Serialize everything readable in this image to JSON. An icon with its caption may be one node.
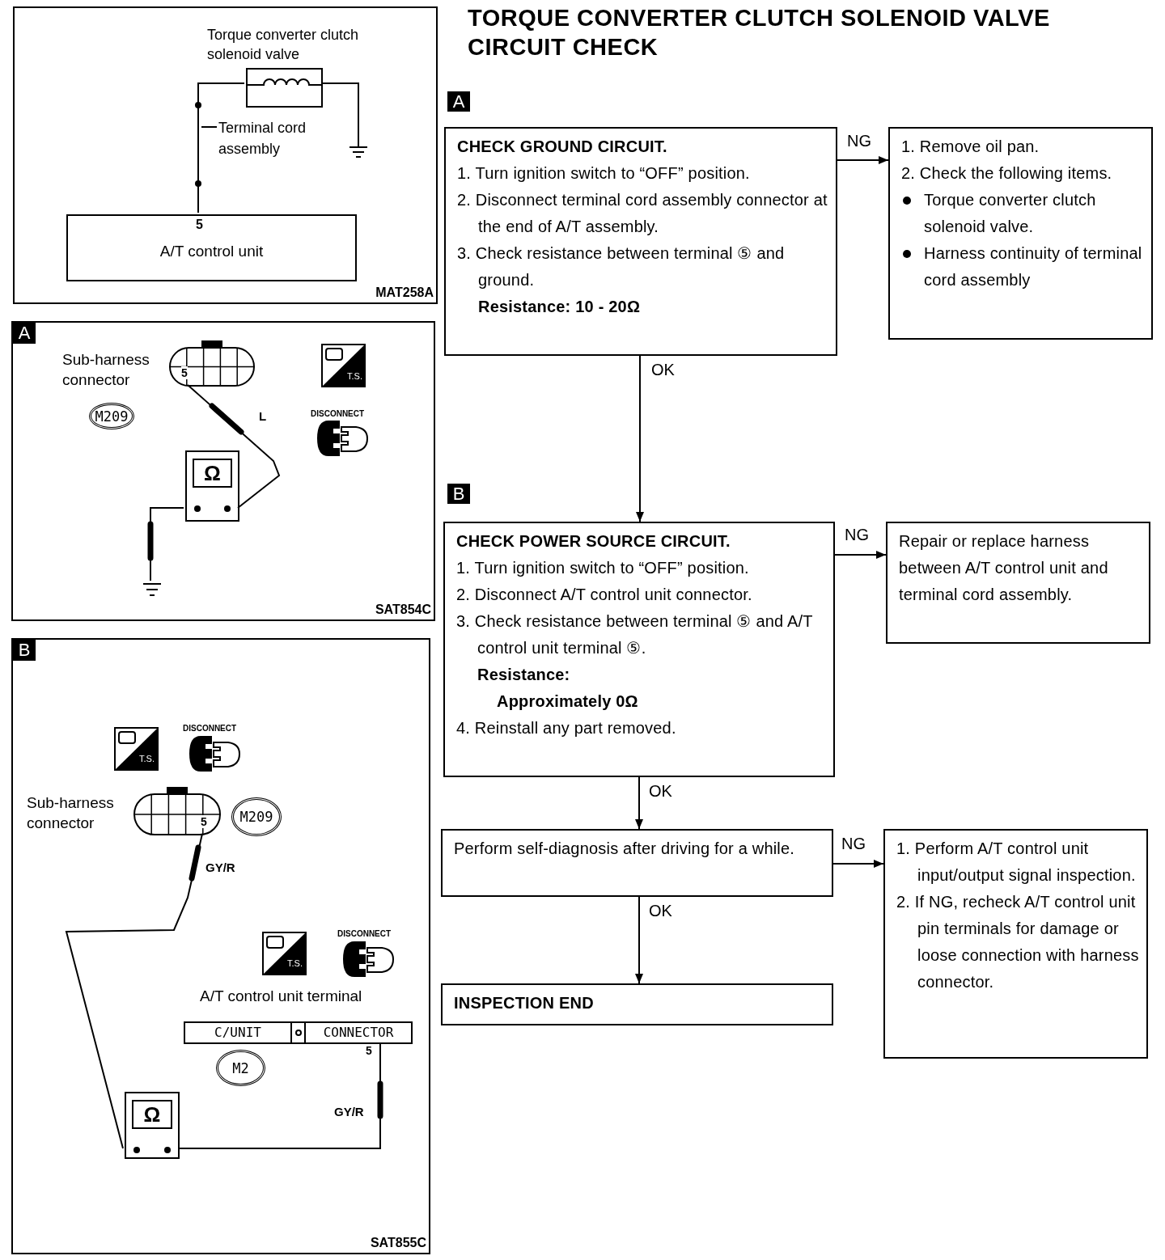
{
  "diagram": {
    "title": "TORQUE CONVERTER CLUTCH SOLENOID VALVE CIRCUIT CHECK",
    "nodes": [
      {
        "text": [
          "CHECK GROUND CIRCUIT.",
          "1. Turn ignition switch to “OFF” position.",
          "2. Disconnect terminal cord assembly connector at the end of A/T assembly.",
          "3. Check resistance between terminal ⑤ and ground.",
          "Resistance: 10 - 20Ω"
        ]
      },
      {
        "text": [
          "1. Remove oil pan.",
          "2. Check the following items.",
          "Torque converter clutch solenoid valve.",
          "Harness continuity of terminal cord assembly"
        ]
      },
      {
        "text": [
          "CHECK POWER SOURCE CIRCUIT.",
          "1. Turn ignition switch to “OFF” position.",
          "2. Disconnect A/T control unit connector.",
          "3. Check resistance between terminal ⑤ and A/T control unit terminal ⑤.",
          "Resistance:",
          "Approximately 0Ω",
          "4. Reinstall any part removed."
        ]
      },
      {
        "text": [
          "Repair or replace harness between A/T control unit and terminal cord assembly."
        ]
      },
      {
        "text": [
          "Perform self-diagnosis after driving for a while."
        ]
      },
      {
        "text": [
          "1. Perform A/T control unit input/output signal inspection.",
          "2. If NG, recheck A/T control unit pin terminals for damage or loose connection with harness connector."
        ]
      },
      {
        "text": [
          "INSPECTION END"
        ]
      },
      {
        "text": [
          "MAT258A"
        ]
      },
      {
        "text": [],
        "shape": "box",
        "beside": [
          "Torque converter clutch solenoid valve"
        ],
        "in": 7
      },
      {
        "text": [
          "5",
          "A/T control unit"
        ],
        "in": 7
      },
      {
        "text": [
          "Terminal cord assembly"
        ],
        "in": 7
      },
      {
        "text": [
          "A",
          "SAT854C"
        ]
      },
      {
        "text": [
          "5"
        ],
        "in": 11
      },
      {
        "text": [
          "M209"
        ],
        "in": 11
      },
      {
        "text": [
          "Ω"
        ],
        "in": 11
      },
      {
        "text": [],
        "shape": "ground",
        "in": 11
      },
      {
        "text": [
          "B",
          "SAT855C"
        ]
      },
      {
        "text": [
          "5"
        ],
        "in": 16
      },
      {
        "text": [
          "M209"
        ],
        "in": 16
      },
      {
        "text": [
          "C/UNIT",
          "CONNECTOR"
        ],
        "in": 16
      },
      {
        "text": [
          "M2"
        ],
        "in": 16
      },
      {
        "text": [
          "Ω"
        ],
        "in": 16
      }
    ],
    "edges": [
      {
        "from": 0,
        "to": 1,
        "arrow": "to",
        "label": "NG"
      },
      {
        "from": 0,
        "to": 2,
        "arrow": "to",
        "label": "OK"
      },
      {
        "from": 2,
        "to": 3,
        "arrow": "to",
        "label": "NG"
      },
      {
        "from": 2,
        "to": 4,
        "arrow": "to",
        "label": "OK"
      },
      {
        "from": 4,
        "to": 5,
        "arrow": "to",
        "label": "NG"
      },
      {
        "from": 4,
        "to": 6,
        "arrow": "to",
        "label": "OK"
      },
      {
        "from": 8,
        "to": 9,
        "arrow": "none"
      },
      {
        "from": 10,
        "to": null,
        "arrow": "none"
      },
      {
        "from": 12,
        "to": 14,
        "arrow": "none",
        "label": "L"
      },
      {
        "from": 14,
        "to": 15,
        "arrow": "none"
      },
      {
        "from": 17,
        "to": 21,
        "arrow": "none",
        "label": "GY/R"
      },
      {
        "from": 21,
        "to": 19,
        "arrow": "none",
        "label": "GY/R"
      }
    ],
    "labels": [
      "A",
      "B",
      "Sub-harness connector",
      "T.S.",
      "DISCONNECT",
      "T.S.",
      "DISCONNECT",
      "Sub-harness connector",
      "T.S.",
      "DISCONNECT",
      "A/T control unit terminal",
      "5"
    ]
  }
}
